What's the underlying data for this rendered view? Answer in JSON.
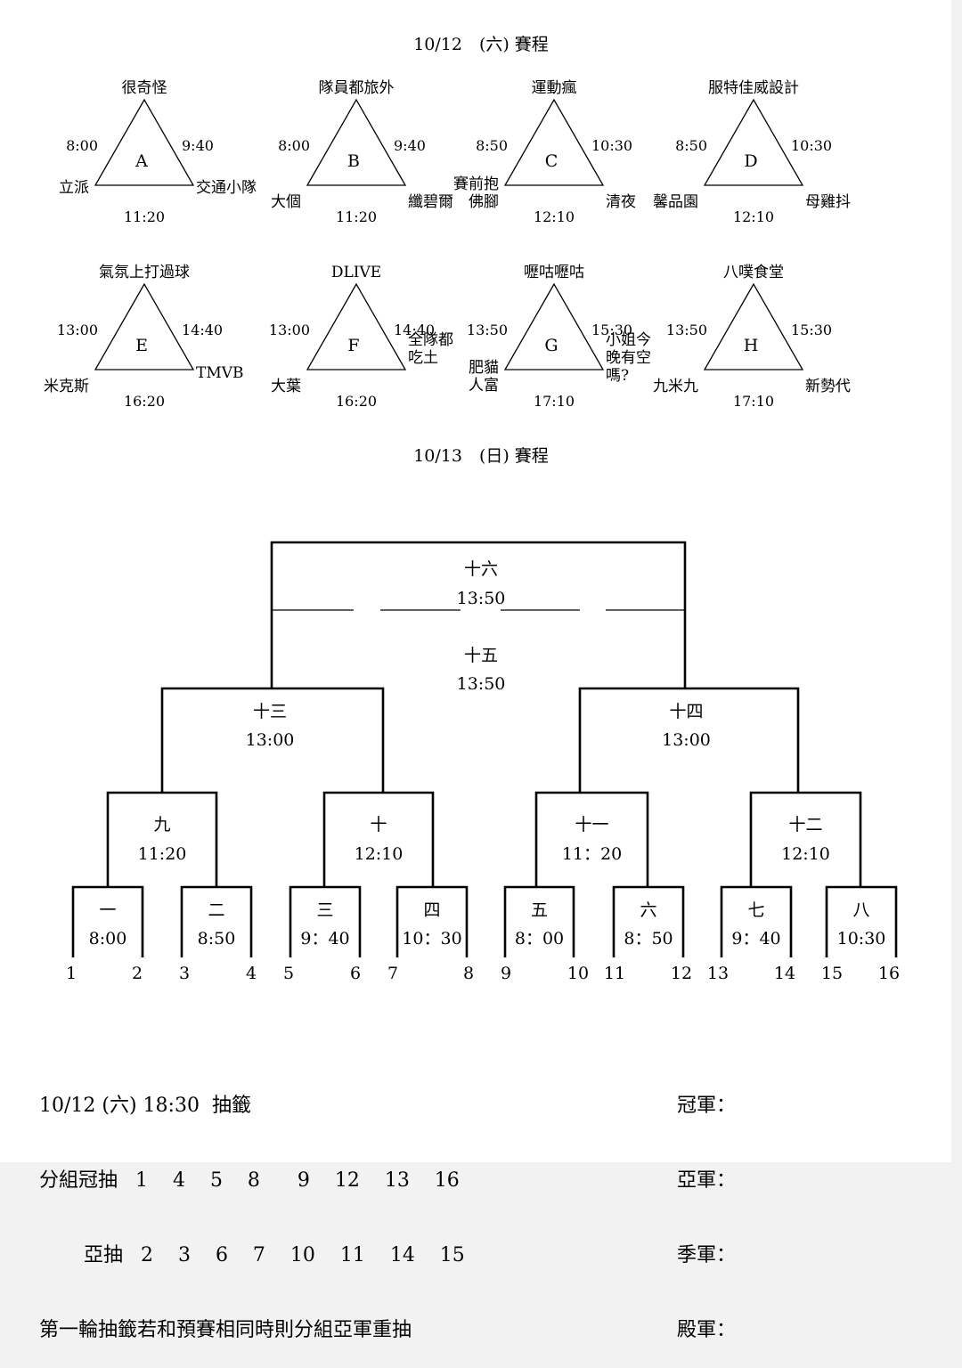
{
  "day1": {
    "title": "10/12　(六)  賽程",
    "groups": [
      {
        "letter": "A",
        "top": "很奇怪",
        "left": "立派",
        "right": "交通小隊",
        "t1": "8:00",
        "t2": "9:40",
        "t3": "11:20"
      },
      {
        "letter": "B",
        "top": "隊員都旅外",
        "left": "大個",
        "right": "纖碧爾",
        "t1": "8:00",
        "t2": "9:40",
        "t3": "11:20"
      },
      {
        "letter": "C",
        "top": "運動瘋",
        "left": "賽前抱\n佛腳",
        "right": "清夜",
        "t1": "8:50",
        "t2": "10:30",
        "t3": "12:10"
      },
      {
        "letter": "D",
        "top": "服特佳威設計",
        "left": "馨品園",
        "right": "母雞抖",
        "t1": "8:50",
        "t2": "10:30",
        "t3": "12:10"
      },
      {
        "letter": "E",
        "top": "氣氛上打過球",
        "left": "米克斯",
        "right": "TMVB",
        "t1": "13:00",
        "t2": "14:40",
        "t3": "16:20"
      },
      {
        "letter": "F",
        "top": "DLIVE",
        "left": "大葉",
        "right": "全隊都\n吃土",
        "t1": "13:00",
        "t2": "14:40",
        "t3": "16:20"
      },
      {
        "letter": "G",
        "top": "嚦咕嚦咕",
        "left": "肥貓\n人富",
        "right": "小姐今\n晚有空\n嗎?",
        "t1": "13:50",
        "t2": "15:30",
        "t3": "17:10"
      },
      {
        "letter": "H",
        "top": "八噗食堂",
        "left": "九米九",
        "right": "新勢代",
        "t1": "13:50",
        "t2": "15:30",
        "t3": "17:10"
      }
    ]
  },
  "day2": {
    "title": "10/13　(日)  賽程",
    "final": {
      "label": "十六",
      "time": "13:50"
    },
    "third": {
      "label": "十五",
      "time": "13:50"
    },
    "semis": [
      {
        "label": "十三",
        "time": "13:00"
      },
      {
        "label": "十四",
        "time": "13:00"
      }
    ],
    "quarters": [
      {
        "label": "九",
        "time": "11:20"
      },
      {
        "label": "十",
        "time": "12:10"
      },
      {
        "label": "十一",
        "time": "11：20"
      },
      {
        "label": "十二",
        "time": "12:10"
      }
    ],
    "round1": [
      {
        "label": "一",
        "time": "8:00"
      },
      {
        "label": "二",
        "time": "8:50"
      },
      {
        "label": "三",
        "time": "9：40"
      },
      {
        "label": "四",
        "time": "10：30"
      },
      {
        "label": "五",
        "time": "8：00"
      },
      {
        "label": "六",
        "time": "8：50"
      },
      {
        "label": "七",
        "time": "9：40"
      },
      {
        "label": "八",
        "time": "10:30"
      }
    ],
    "slots": [
      "1",
      "2",
      "3",
      "4",
      "5",
      "6",
      "7",
      "8",
      "9",
      "10",
      "11",
      "12",
      "13",
      "14",
      "15",
      "16"
    ]
  },
  "footer": {
    "draw_line": "10/12 (六) 18:30  抽籤",
    "champ_label": "分組冠抽",
    "champ_nums": "1    4    5    8      9    12    13    16",
    "runner_label": "亞抽",
    "runner_nums": "2    3    6    7    10    11    14    15",
    "note": "第一輪抽籤若和預賽相同時則分組亞軍重抽",
    "placings": [
      "冠軍：",
      "亞軍：",
      "季軍：",
      "殿軍："
    ]
  }
}
